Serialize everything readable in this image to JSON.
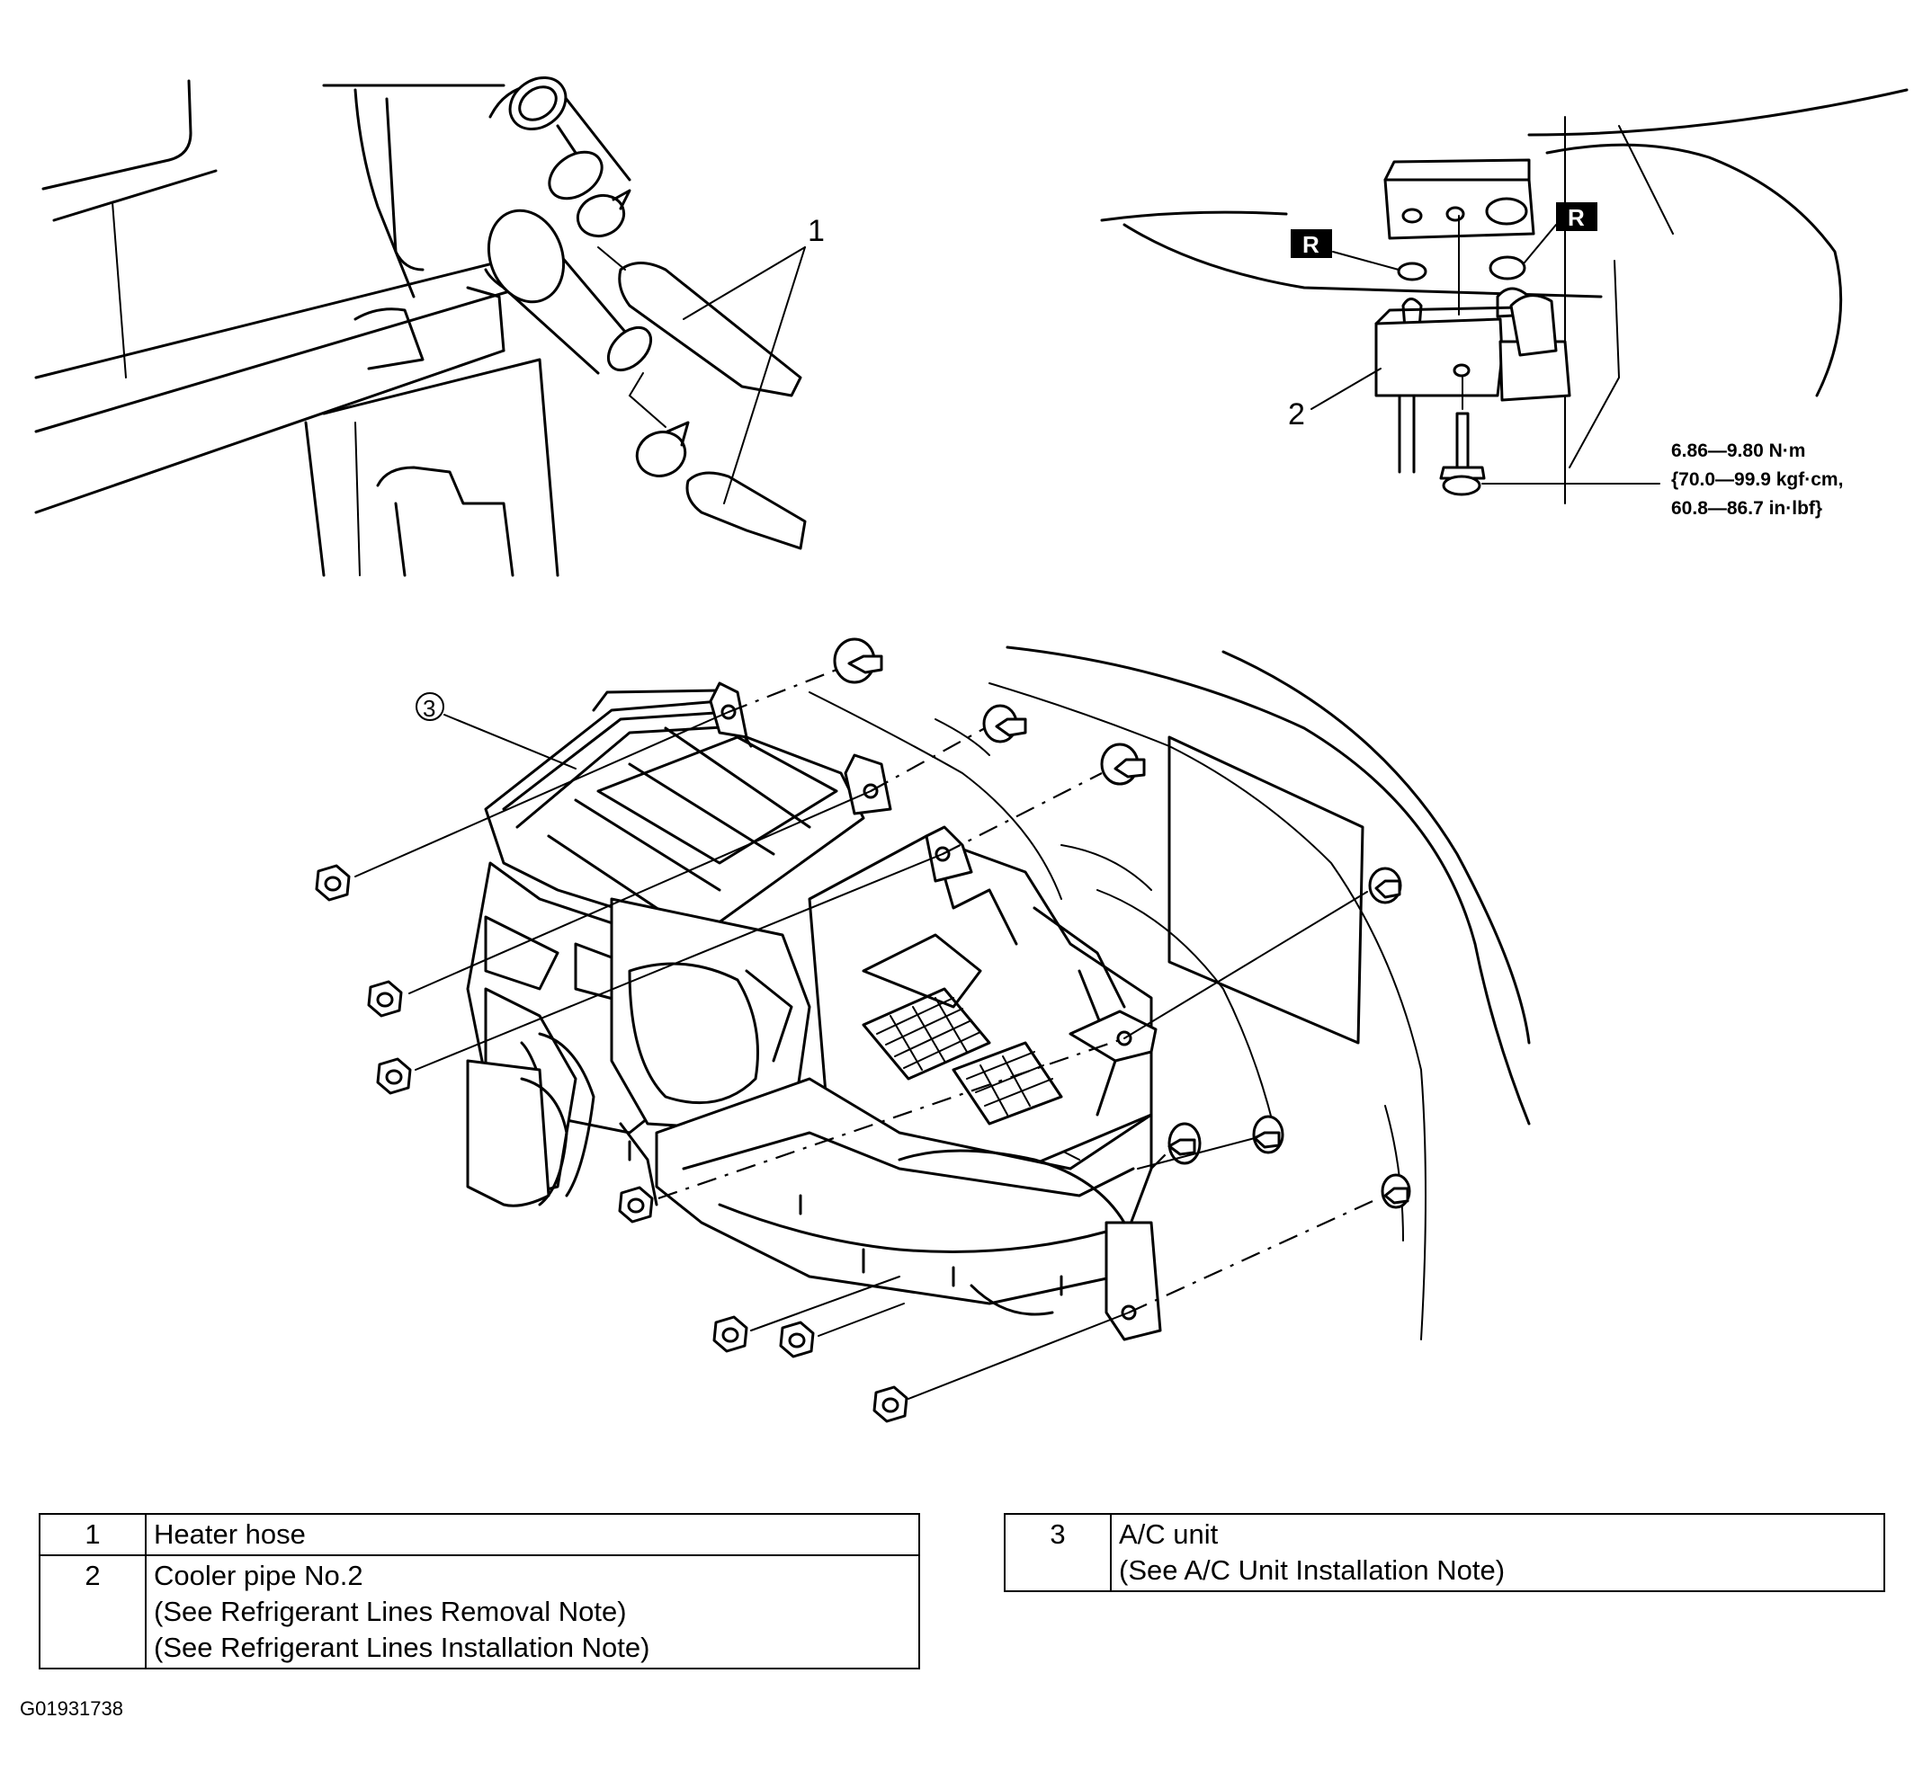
{
  "callouts": {
    "heater_hose": "1",
    "cooler_pipe": "2",
    "ac_unit": "3",
    "replace_mark": "R"
  },
  "torque": {
    "line1": "6.86—9.80 N·m",
    "line2": "{70.0—99.9 kgf·cm,",
    "line3": "60.8—86.7 in·lbf}"
  },
  "legend_left": [
    {
      "num": "1",
      "lines": [
        "Heater hose"
      ]
    },
    {
      "num": "2",
      "lines": [
        "Cooler pipe No.2",
        "(See Refrigerant Lines Removal Note)",
        "(See Refrigerant Lines Installation Note)"
      ]
    }
  ],
  "legend_right": [
    {
      "num": "3",
      "lines": [
        "A/C unit",
        "(See A/C Unit Installation Note)"
      ]
    }
  ],
  "figure_code": "G01931738"
}
